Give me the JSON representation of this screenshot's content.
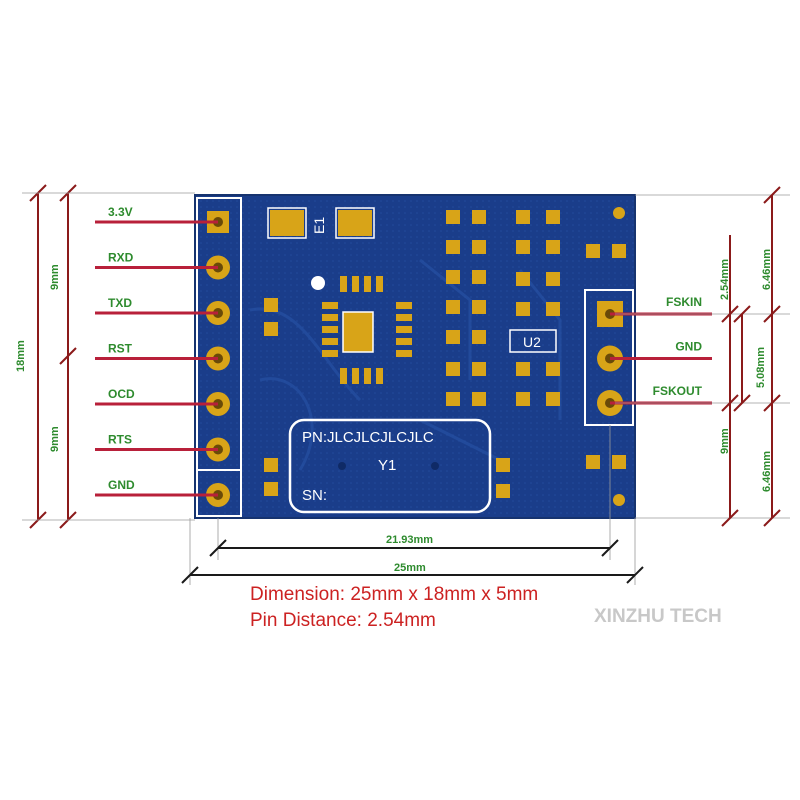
{
  "colors": {
    "board": "#1a3d8a",
    "pad": "#d8a418",
    "dimension_line": "#8b1a1a",
    "pin_line": "#b8203a",
    "label": "#2e8b2e",
    "caption": "#cc2222",
    "brand": "#c8c8c8"
  },
  "left_pins": [
    "3.3V",
    "RXD",
    "TXD",
    "RST",
    "OCD",
    "RTS",
    "GND"
  ],
  "right_pins": [
    "FSKIN",
    "GND",
    "FSKOUT"
  ],
  "left_dimensions": {
    "total": "18mm",
    "upper": "9mm",
    "lower": "9mm"
  },
  "right_dimensions": {
    "top": "6.46mm",
    "pitch": "2.54mm",
    "middle": "5.08mm",
    "lower": "9mm",
    "bottom": "6.46mm"
  },
  "bottom_dimensions": {
    "pin_span": "21.93mm",
    "width": "25mm"
  },
  "silkscreen": {
    "e1": "E1",
    "u2": "U2",
    "pn": "PN:JLCJLCJLCJLC",
    "y1": "Y1",
    "sn": "SN:"
  },
  "caption": {
    "dimension": "Dimension: 25mm x 18mm x 5mm",
    "pin_distance": "Pin Distance: 2.54mm"
  },
  "brand": "XINZHU TECH"
}
